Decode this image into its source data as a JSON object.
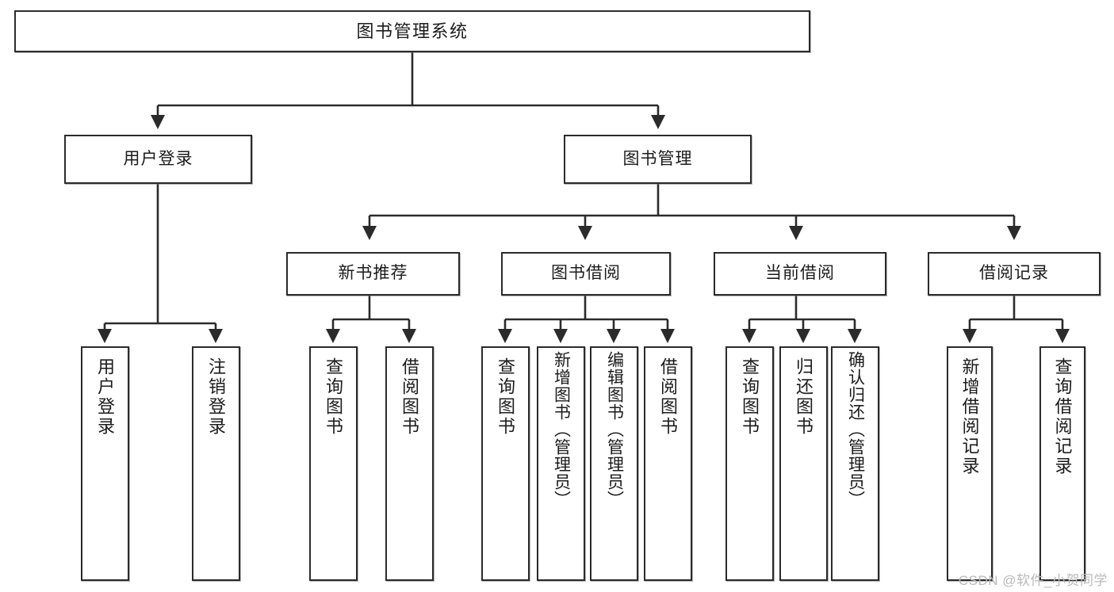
{
  "diagram": {
    "title": "图书管理系统",
    "type": "tree",
    "watermark": "CSDN @软件_小贺同学",
    "colors": {
      "stroke": "#2b2b2b",
      "fill": "#ffffff",
      "text": "#1a1a1a",
      "watermark": "#b9b9b9"
    },
    "nodes": {
      "root": {
        "label": "图书管理系统"
      },
      "level2": [
        {
          "label": "用户登录"
        },
        {
          "label": "图书管理"
        }
      ],
      "level3": [
        {
          "label": "新书推荐"
        },
        {
          "label": "图书借阅"
        },
        {
          "label": "当前借阅"
        },
        {
          "label": "借阅记录"
        }
      ],
      "leaves": {
        "user_login": [
          {
            "label": "用户登录"
          },
          {
            "label": "注销登录"
          }
        ],
        "new_book_recommend": [
          {
            "label": "查询图书"
          },
          {
            "label": "借阅图书"
          }
        ],
        "book_borrow": [
          {
            "label": "查询图书"
          },
          {
            "label": "新增图书（管理员）"
          },
          {
            "label": "编辑图书（管理员）"
          },
          {
            "label": "借阅图书"
          }
        ],
        "current_borrow": [
          {
            "label": "查询图书"
          },
          {
            "label": "归还图书"
          },
          {
            "label": "确认归还（管理员）"
          }
        ],
        "borrow_record": [
          {
            "label": "新增借阅记录"
          },
          {
            "label": "查询借阅记录"
          }
        ]
      }
    }
  }
}
